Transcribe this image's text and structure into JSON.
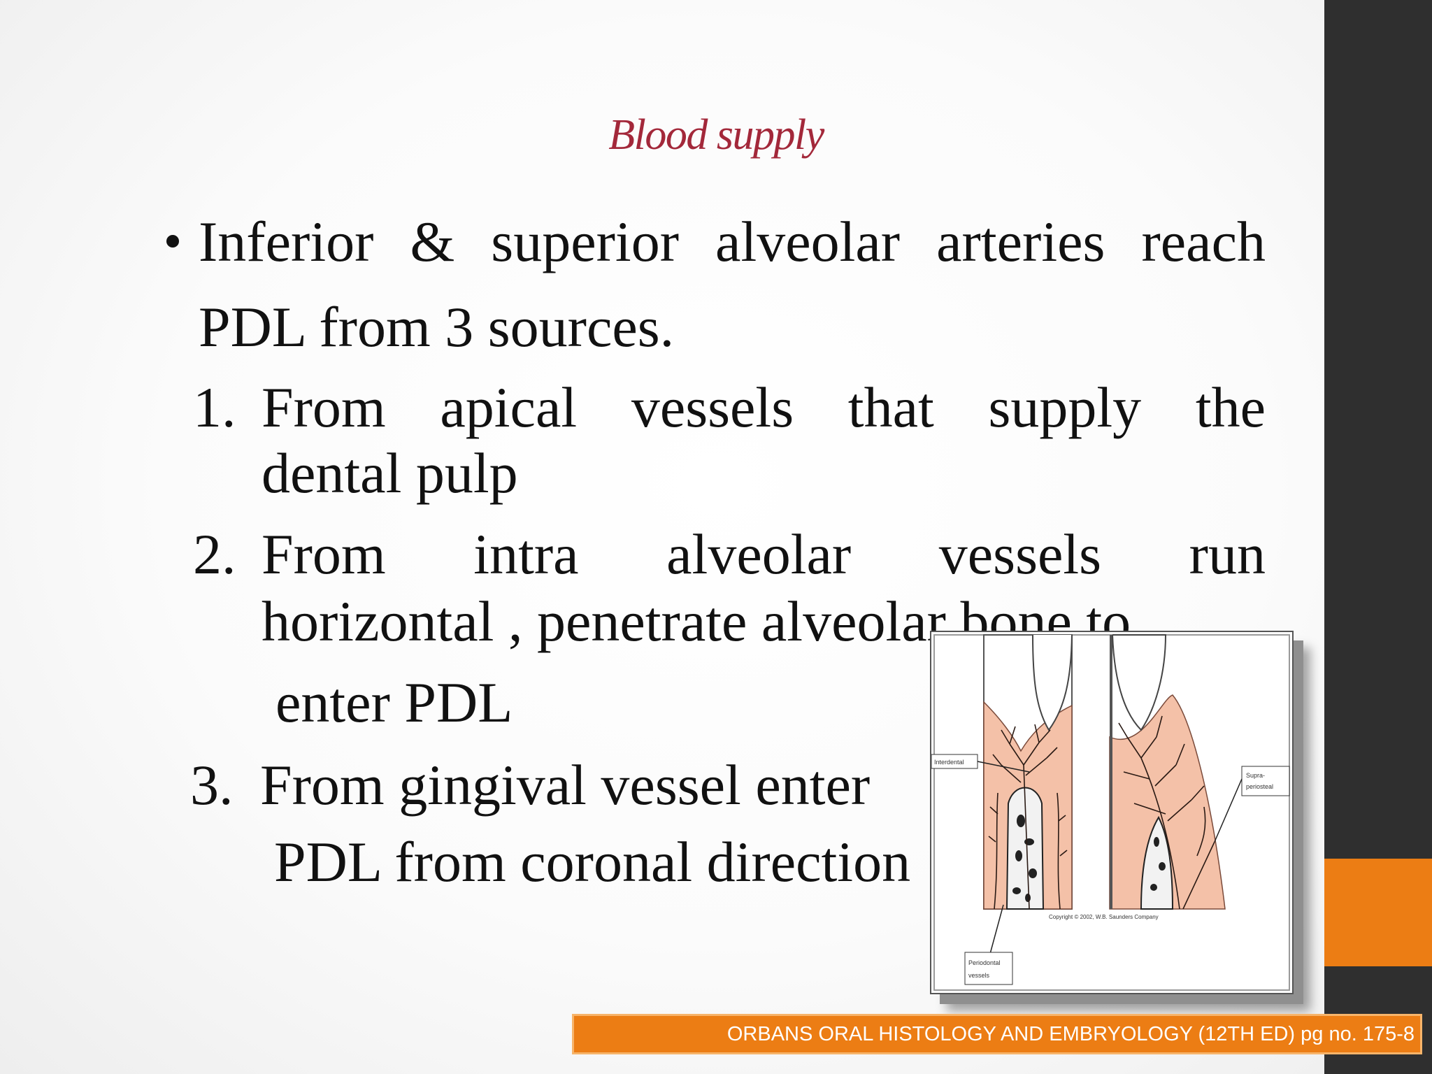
{
  "slide": {
    "title": "Blood supply",
    "bullet": {
      "line1_words": [
        "Inferior",
        "&",
        "superior",
        "alveolar",
        "arteries",
        "reach"
      ],
      "line2": "PDL from 3 sources."
    },
    "items": [
      {
        "number": "1.",
        "line1_words": [
          "From",
          "apical",
          "vessels",
          "that",
          "supply",
          "the"
        ],
        "line2": "dental pulp"
      },
      {
        "number": "2.",
        "line1_words": [
          "From",
          "intra",
          "alveolar",
          "vessels",
          "run"
        ],
        "line2": "horizontal , penetrate alveolar bone to",
        "line3": "enter PDL"
      },
      {
        "number": "3.",
        "line1": "From gingival vessel enter",
        "line2": "PDL from coronal direction"
      }
    ],
    "figure": {
      "labels": {
        "interdental": "Interdental",
        "supraperiosteal_1": "Supra-",
        "supraperiosteal_2": "periosteal",
        "periodontal_1": "Periodontal",
        "periodontal_2": "vessels"
      },
      "copyright": "Copyright © 2002, W.B. Saunders Company"
    },
    "citation": "ORBANS ORAL HISTOLOGY AND EMBRYOLOGY (12TH ED) pg no. 175-8"
  },
  "colors": {
    "title": "#a3283a",
    "accent_orange": "#ec7d14",
    "side_bar": "#2f2f2f",
    "gingiva": "#f4c1a8"
  }
}
